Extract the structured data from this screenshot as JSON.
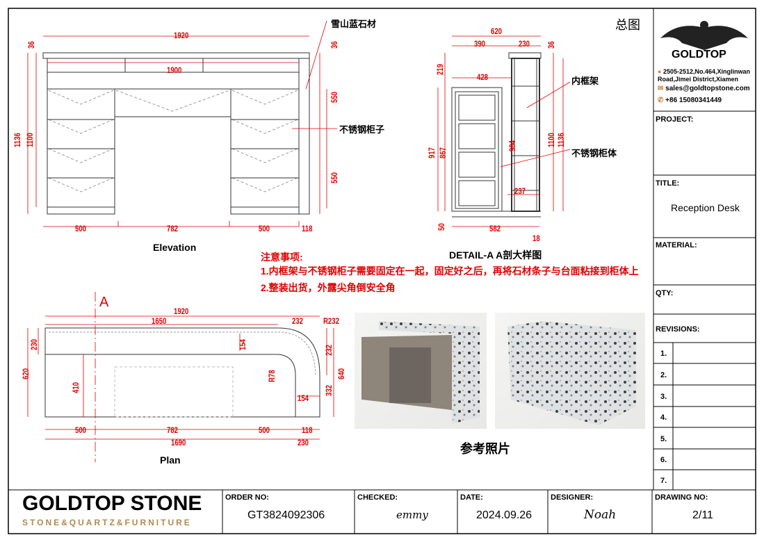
{
  "sheet_title": "总图",
  "elevation": {
    "caption": "Elevation",
    "callouts": [
      "雪山蓝石材",
      "不锈钢柜子"
    ],
    "dims": [
      "1920",
      "1900",
      "36",
      "36",
      "550",
      "550",
      "1136",
      "1100",
      "500",
      "782",
      "500",
      "118"
    ]
  },
  "detail": {
    "caption": "DETAIL-A  A剖大样图",
    "callouts": [
      "内框架",
      "不锈钢柜体"
    ],
    "dims": [
      "620",
      "390",
      "230",
      "36",
      "219",
      "428",
      "917",
      "867",
      "984",
      "237",
      "1100",
      "1136",
      "50",
      "582",
      "18"
    ]
  },
  "notes": {
    "title": "注意事项:",
    "items": [
      "1.内框架与不锈钢柜子需要固定在一起，固定好之后，再将石材条子与台面粘接到柜体上",
      "2.整装出货，外露尖角倒安全角"
    ]
  },
  "plan": {
    "caption": "Plan",
    "section_mark": "A",
    "dims": [
      "1920",
      "1650",
      "232",
      "R232",
      "230",
      "620",
      "154",
      "232",
      "640",
      "R78",
      "410",
      "154",
      "332",
      "500",
      "782",
      "500",
      "118",
      "1690",
      "230"
    ]
  },
  "photos": {
    "caption": "参考照片"
  },
  "company": {
    "logo_text": "GOLDTOP",
    "address": "2505-2512,No.464,Xinglinwan Road,Jimei District,Xiamen",
    "email": "sales@goldtopstone.com",
    "phone": "+86 15080341449",
    "brand": "GOLDTOP STONE",
    "tagline": "STONE&QUARTZ&FURNITURE"
  },
  "title_block": {
    "project_label": "PROJECT:",
    "title_label": "TITLE:",
    "title_value": "Reception Desk",
    "material_label": "MATERIAL:",
    "qty_label": "QTY:",
    "revisions_label": "REVISIONS:",
    "revisions": [
      "1.",
      "2.",
      "3.",
      "4.",
      "5.",
      "6.",
      "7."
    ],
    "order_label": "ORDER NO:",
    "order_value": "GT3824092306",
    "checked_label": "CHECKED:",
    "checked_value": "emmy",
    "date_label": "DATE:",
    "date_value": "2024.09.26",
    "designer_label": "DESIGNER:",
    "designer_value": "Noah",
    "drawing_label": "DRAWING NO:",
    "drawing_value": "2/11"
  },
  "colors": {
    "dimension": "#e00000",
    "gold": "#b08a4a"
  }
}
